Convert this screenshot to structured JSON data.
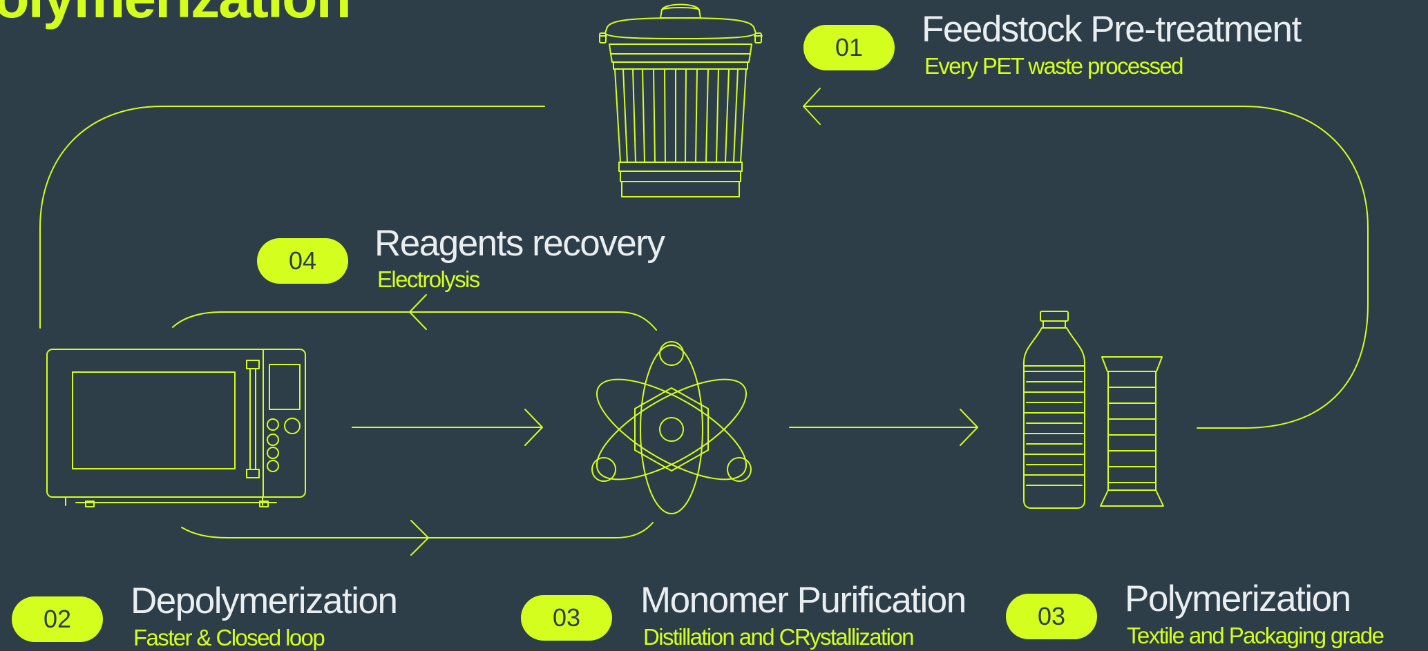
{
  "title": "polymerization",
  "colors": {
    "background": "#2e3e49",
    "accent": "#d4ff1e",
    "heading_text": "#e9eef1"
  },
  "steps": [
    {
      "number": "01",
      "title": "Feedstock Pre-treatment",
      "subtitle": "Every PET waste processed",
      "icon": "trash-can-icon"
    },
    {
      "number": "02",
      "title": "Depolymerization",
      "subtitle": "Faster & Closed loop",
      "icon": "microwave-icon"
    },
    {
      "number": "03",
      "title": "Monomer Purification",
      "subtitle": "Distillation and CRystallization",
      "icon": "atom-icon"
    },
    {
      "number": "03",
      "title": "Polymerization",
      "subtitle": "Textile and Packaging grade",
      "icon": "bottle-and-spool-icon"
    },
    {
      "number": "04",
      "title": "Reagents recovery",
      "subtitle": "Electrolysis",
      "icon": "arrow-loop"
    }
  ]
}
